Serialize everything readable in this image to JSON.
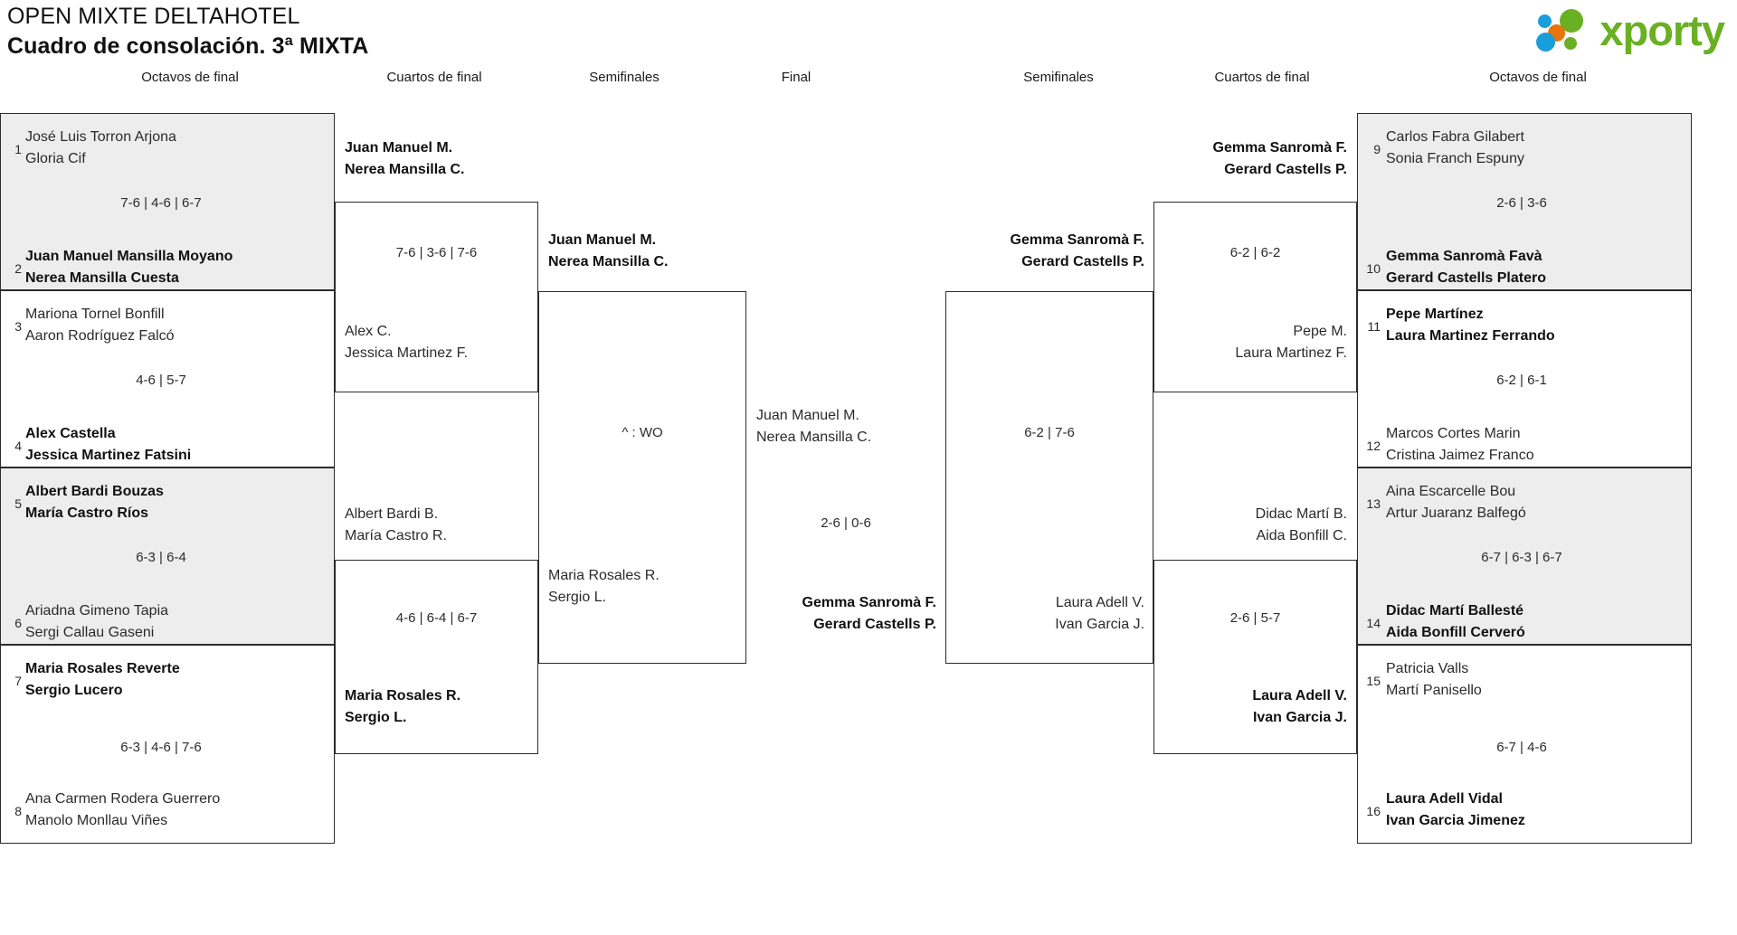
{
  "header": {
    "tournament": "OPEN MIXTE DELTAHOTEL",
    "subtitle": "Cuadro de consolación. 3ª MIXTA",
    "logo_text": "xporty",
    "logo_colors": {
      "green": "#6ab023",
      "blue": "#1a9edb",
      "orange": "#e8740c"
    }
  },
  "round_headers": {
    "left": [
      "Octavos de final",
      "Cuartos de final",
      "Semifinales"
    ],
    "center": "Final",
    "right": [
      "Semifinales",
      "Cuartos de final",
      "Octavos de final"
    ]
  },
  "left_r16": [
    {
      "seed": "1",
      "p1": "José Luis Torron Arjona",
      "p2": "Gloria Cif",
      "winner": false
    },
    {
      "seed": "2",
      "p1": "Juan Manuel Mansilla Moyano",
      "p2": "Nerea Mansilla Cuesta",
      "winner": true
    },
    {
      "seed": "3",
      "p1": "Mariona Tornel Bonfill",
      "p2": "Aaron Rodríguez Falcó",
      "winner": false
    },
    {
      "seed": "4",
      "p1": "Alex Castella",
      "p2": "Jessica Martinez Fatsini",
      "winner": true
    },
    {
      "seed": "5",
      "p1": "Albert Bardi Bouzas",
      "p2": "María Castro Ríos",
      "winner": true
    },
    {
      "seed": "6",
      "p1": "Ariadna Gimeno Tapia",
      "p2": "Sergi Callau Gaseni",
      "winner": false
    },
    {
      "seed": "7",
      "p1": "Maria Rosales Reverte",
      "p2": "Sergio Lucero",
      "winner": true
    },
    {
      "seed": "8",
      "p1": "Ana Carmen Rodera Guerrero",
      "p2": "Manolo Monllau Viñes",
      "winner": false
    }
  ],
  "left_r16_scores": [
    "7-6 | 4-6 | 6-7",
    "4-6 | 5-7",
    "6-3 | 6-4",
    "6-3 | 4-6 | 7-6"
  ],
  "left_qf": [
    {
      "p1": "Juan Manuel M.",
      "p2": "Nerea Mansilla C.",
      "winner": true
    },
    {
      "p1": "Alex C.",
      "p2": "Jessica Martinez F.",
      "winner": false
    },
    {
      "p1": "Albert Bardi B.",
      "p2": "María Castro R.",
      "winner": false
    },
    {
      "p1": "Maria Rosales R.",
      "p2": "Sergio L.",
      "winner": true
    }
  ],
  "left_qf_scores": [
    "7-6 | 3-6 | 7-6",
    "4-6 | 6-4 | 6-7"
  ],
  "left_sf": [
    {
      "p1": "Juan Manuel M.",
      "p2": "Nerea Mansilla C.",
      "winner": true
    },
    {
      "p1": "Maria Rosales R.",
      "p2": "Sergio L.",
      "winner": false
    }
  ],
  "left_sf_score": "^ : WO",
  "final": {
    "top": {
      "p1": "Juan Manuel M.",
      "p2": "Nerea Mansilla C.",
      "winner": false
    },
    "bottom": {
      "p1": "Gemma Sanromà F.",
      "p2": "Gerard Castells P.",
      "winner": true
    },
    "score": "2-6 | 0-6"
  },
  "right_sf": [
    {
      "p1": "Gemma Sanromà F.",
      "p2": "Gerard Castells P.",
      "winner": true
    },
    {
      "p1": "Laura Adell V.",
      "p2": "Ivan Garcia J.",
      "winner": false
    }
  ],
  "right_sf_score": "6-2 | 7-6",
  "right_qf": [
    {
      "p1": "Gemma Sanromà F.",
      "p2": "Gerard Castells P.",
      "winner": true
    },
    {
      "p1": "Pepe M.",
      "p2": "Laura Martinez F.",
      "winner": false
    },
    {
      "p1": "Didac Martí B.",
      "p2": "Aida Bonfill C.",
      "winner": false
    },
    {
      "p1": "Laura Adell V.",
      "p2": "Ivan Garcia J.",
      "winner": true
    }
  ],
  "right_qf_scores": [
    "6-2 | 6-2",
    "2-6 | 5-7"
  ],
  "right_r16": [
    {
      "seed": "9",
      "p1": "Carlos Fabra Gilabert",
      "p2": "Sonia Franch Espuny",
      "winner": false
    },
    {
      "seed": "10",
      "p1": "Gemma Sanromà Favà",
      "p2": "Gerard Castells Platero",
      "winner": true
    },
    {
      "seed": "11",
      "p1": "Pepe Martínez",
      "p2": "Laura Martinez Ferrando",
      "winner": true
    },
    {
      "seed": "12",
      "p1": "Marcos Cortes Marin",
      "p2": "Cristina Jaimez Franco",
      "winner": false
    },
    {
      "seed": "13",
      "p1": "Aina Escarcelle Bou",
      "p2": "Artur Juaranz Balfegó",
      "winner": false
    },
    {
      "seed": "14",
      "p1": "Didac Martí Ballesté",
      "p2": "Aida Bonfill Cerveró",
      "winner": true
    },
    {
      "seed": "15",
      "p1": "Patricia Valls",
      "p2": "Martí Panisello",
      "winner": false
    },
    {
      "seed": "16",
      "p1": "Laura Adell Vidal",
      "p2": "Ivan Garcia Jimenez",
      "winner": true
    }
  ],
  "right_r16_scores": [
    "2-6 | 3-6",
    "6-2 | 6-1",
    "6-7 | 6-3 | 6-7",
    "6-7 | 4-6"
  ]
}
